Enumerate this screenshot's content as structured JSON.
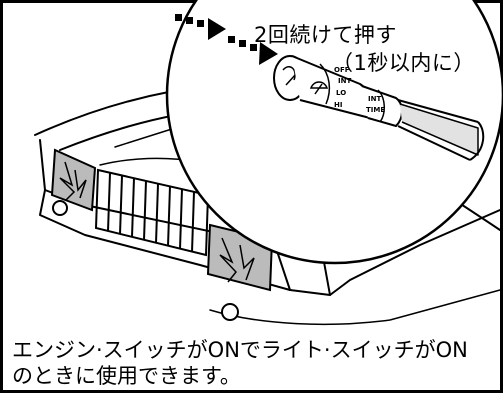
{
  "callout": {
    "line1": "2回続けて押す",
    "line2": "（1秒以内に）"
  },
  "caption": {
    "line1": "エンジン·スイッチがONでライト·スイッチがON",
    "line2": "のときに使用できます。"
  },
  "switch_labels": {
    "off": "OFF",
    "int": "INT",
    "lo": "LO",
    "hi": "HI",
    "int2": "INT",
    "time": "TIME"
  },
  "colors": {
    "line": "#000000",
    "background": "#ffffff"
  }
}
